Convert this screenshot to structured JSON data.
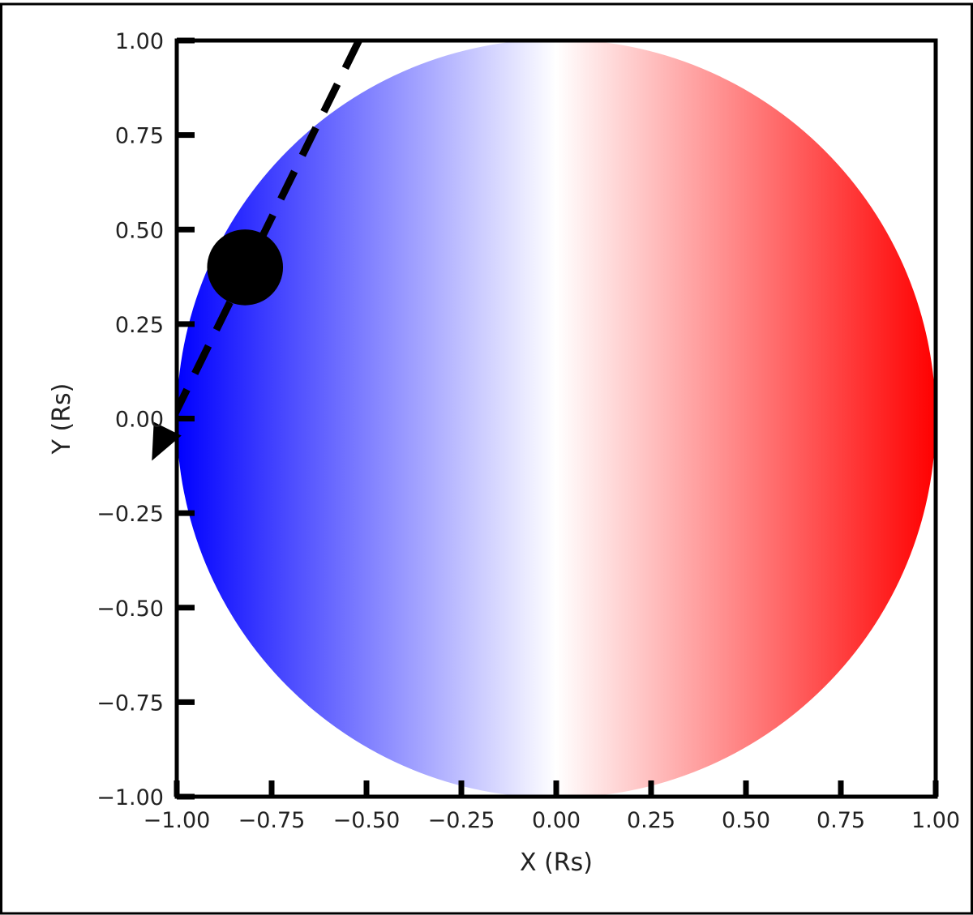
{
  "chart_data": {
    "type": "heatmap",
    "xlabel": "X (Rs)",
    "ylabel": "Y (Rs)",
    "xlim": [
      -1.0,
      1.0
    ],
    "ylim": [
      -1.0,
      1.0
    ],
    "x_ticks": [
      -1.0,
      -0.75,
      -0.5,
      -0.25,
      0.0,
      0.25,
      0.5,
      0.75,
      1.0
    ],
    "y_ticks": [
      -1.0,
      -0.75,
      -0.5,
      -0.25,
      0.0,
      0.25,
      0.5,
      0.75,
      1.0
    ],
    "x_tick_labels": [
      "−1.00",
      "−0.75",
      "−0.50",
      "−0.25",
      "0.00",
      "0.25",
      "0.50",
      "0.75",
      "1.00"
    ],
    "y_tick_labels": [
      "−1.00",
      "−0.75",
      "−0.50",
      "−0.25",
      "0.00",
      "0.25",
      "0.50",
      "0.75",
      "1.00"
    ],
    "grid": false,
    "stellar_disk": {
      "center": [
        0.0,
        0.0
      ],
      "radius": 1.0,
      "colormap": "bwr",
      "color_at_x_min": "#0000ff",
      "color_at_x_zero": "#ffffff",
      "color_at_x_max": "#ff0000"
    },
    "planet": {
      "center": [
        -0.82,
        0.4
      ],
      "radius": 0.1,
      "color": "#000000"
    },
    "transit_path": {
      "start": [
        -0.52,
        1.0
      ],
      "end": [
        -1.06,
        -0.1
      ],
      "style": "dashed",
      "color": "#000000",
      "arrow_at_end": true
    }
  }
}
